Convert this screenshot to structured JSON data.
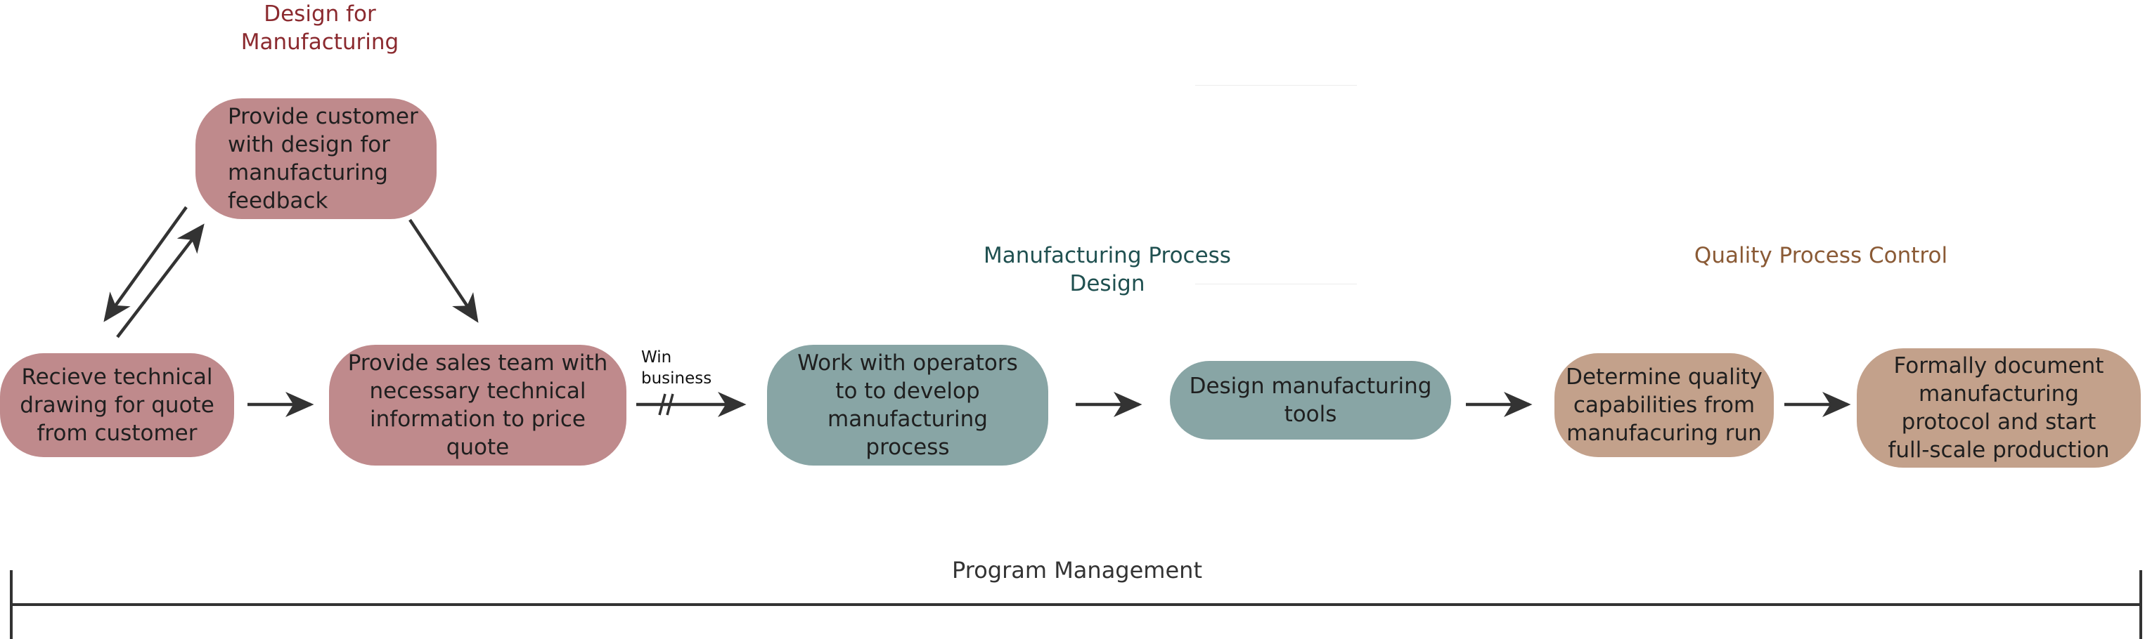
{
  "colors": {
    "dfm_phase": "#8b2a2f",
    "mpd_phase": "#1f5050",
    "qpc_phase": "#8a5a35",
    "pink_node": "#bf8a8c",
    "teal_node": "#88a5a5",
    "tan_node": "#c3a18b",
    "arrow": "#333333"
  },
  "phases": {
    "dfm": "Design for\nManufacturing",
    "mpd": "Manufacturing Process\nDesign",
    "qpc": "Quality Process Control"
  },
  "nodes": {
    "n1": "Recieve technical\ndrawing for quote\nfrom customer",
    "n2": "Provide customer\nwith design for\nmanufacturing\nfeedback",
    "n3": "Provide sales team with\nnecessary technical\ninformation to price\nquote",
    "n4": "Work with operators\nto to develop\nmanufacturing\nprocess",
    "n5": "Design manufacturing\ntools",
    "n6": "Determine quality\ncapabilities from\nmanufacuring run",
    "n7": "Formally document\nmanufacturing\nprotocol and start\nfull-scale production"
  },
  "edge_labels": {
    "win_business": "Win\nbusiness"
  },
  "timeline": {
    "label": "Program Management"
  }
}
